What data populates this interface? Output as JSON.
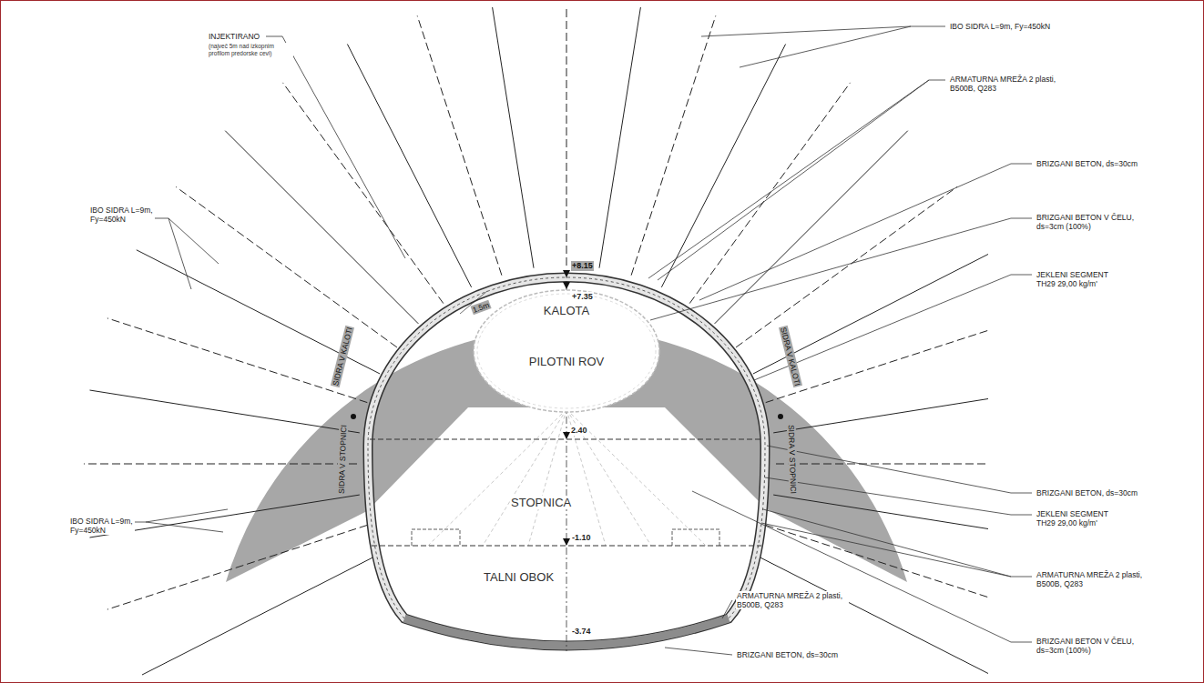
{
  "diagram": {
    "nodes": [
      {
        "text": [
          "KALOTA",
          "PILOTNI ROV"
        ]
      }
    ],
    "labels": [
      "INJEKTIRANO",
      "(največ 5m nad izkopnim profilom predorske cevi)",
      "IBO SIDRA L=9m, Fy=450kN",
      "ARMATURNA MREŽA 2 plasti, B500B, Q283",
      "BRIZGANI BETON, ds=30cm",
      "BRIZGANI BETON V ČELU, ds=3cm (100%)",
      "JEKLENI SEGMENT TH29 29,00 kg/m'",
      "IBO SIDRA L=9m, Fy=450kN",
      "+8.15",
      "+7.35",
      "1.5m",
      "2.40",
      "SIDRA V KALOTI",
      "SIDRA V STOPNICI",
      "SIDRA V KALOTI",
      "SIDRA V STOPNICI",
      "BRIZGANI BETON, ds=30cm",
      "JEKLENI SEGMENT TH29 29,00 kg/m'",
      "IBO SIDRA L=9m, Fy=450kN",
      "STOPNICA",
      "-1.10",
      "ARMATURNA MREŽA 2 plasti, B500B, Q283",
      "TALNI OBOK",
      "ARMATURNA MREŽA 2 plasti, B500B, Q283",
      "BRIZGANI BETON V ČELU, ds=3cm (100%)",
      "-3.74",
      "BRIZGANI BETON, ds=30cm"
    ]
  }
}
